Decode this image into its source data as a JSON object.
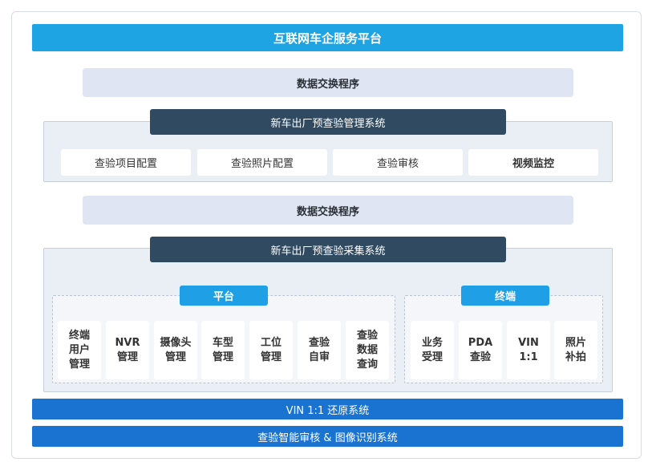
{
  "top_title": "互联网车企服务平台",
  "data_exchange_1": "数据交换程序",
  "mgmt_system": {
    "title": "新车出厂预查验管理系统",
    "modules": [
      "查验项目配置",
      "查验照片配置",
      "查验审核",
      "视频监控"
    ]
  },
  "data_exchange_2": "数据交换程序",
  "collect_system": {
    "title": "新车出厂预查验采集系统",
    "platform_label": "平台",
    "platform_items": [
      [
        "终端",
        "用户",
        "管理"
      ],
      [
        "NVR",
        "管理"
      ],
      [
        "摄像头",
        "管理"
      ],
      [
        "车型",
        "管理"
      ],
      [
        "工位",
        "管理"
      ],
      [
        "查验",
        "自审"
      ],
      [
        "查验",
        "数据",
        "查询"
      ]
    ],
    "terminal_label": "终端",
    "terminal_items": [
      [
        "业务",
        "受理"
      ],
      [
        "PDA",
        "查验"
      ],
      [
        "VIN",
        "1:1"
      ],
      [
        "照片",
        "补拍"
      ]
    ]
  },
  "vin_system": "VIN 1:1 还原系统",
  "ai_system": "查验智能审核 & 图像识别系统"
}
